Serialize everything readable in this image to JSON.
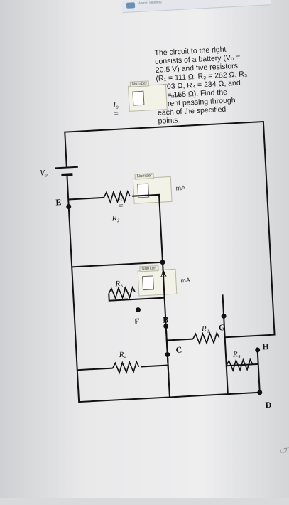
{
  "header": {
    "tab_label": "Hornet Hornets"
  },
  "problem": {
    "text": "The circuit to the right consists of a battery (V₀ = 20.5 V) and five resistors (R₁ = 111 Ω, R₂ = 282 Ω, R₃ = 703 Ω, R₄ = 234 Ω, and R₅ = 165 Ω). Find the current passing through each of the specified points."
  },
  "answers": [
    {
      "label": "I₀ =",
      "tag": "Number",
      "unit": "mA"
    },
    {
      "label": "Iₑ =",
      "tag": "Number",
      "unit": "mA"
    },
    {
      "label": "Iₔ =",
      "tag": "Number",
      "unit": "mA"
    }
  ],
  "circuit": {
    "battery": "V₀",
    "resistors": [
      "R₁",
      "R₂",
      "R₃",
      "R₄",
      "R₅"
    ],
    "points": [
      "A",
      "B",
      "C",
      "D",
      "E",
      "F",
      "G",
      "H"
    ]
  }
}
